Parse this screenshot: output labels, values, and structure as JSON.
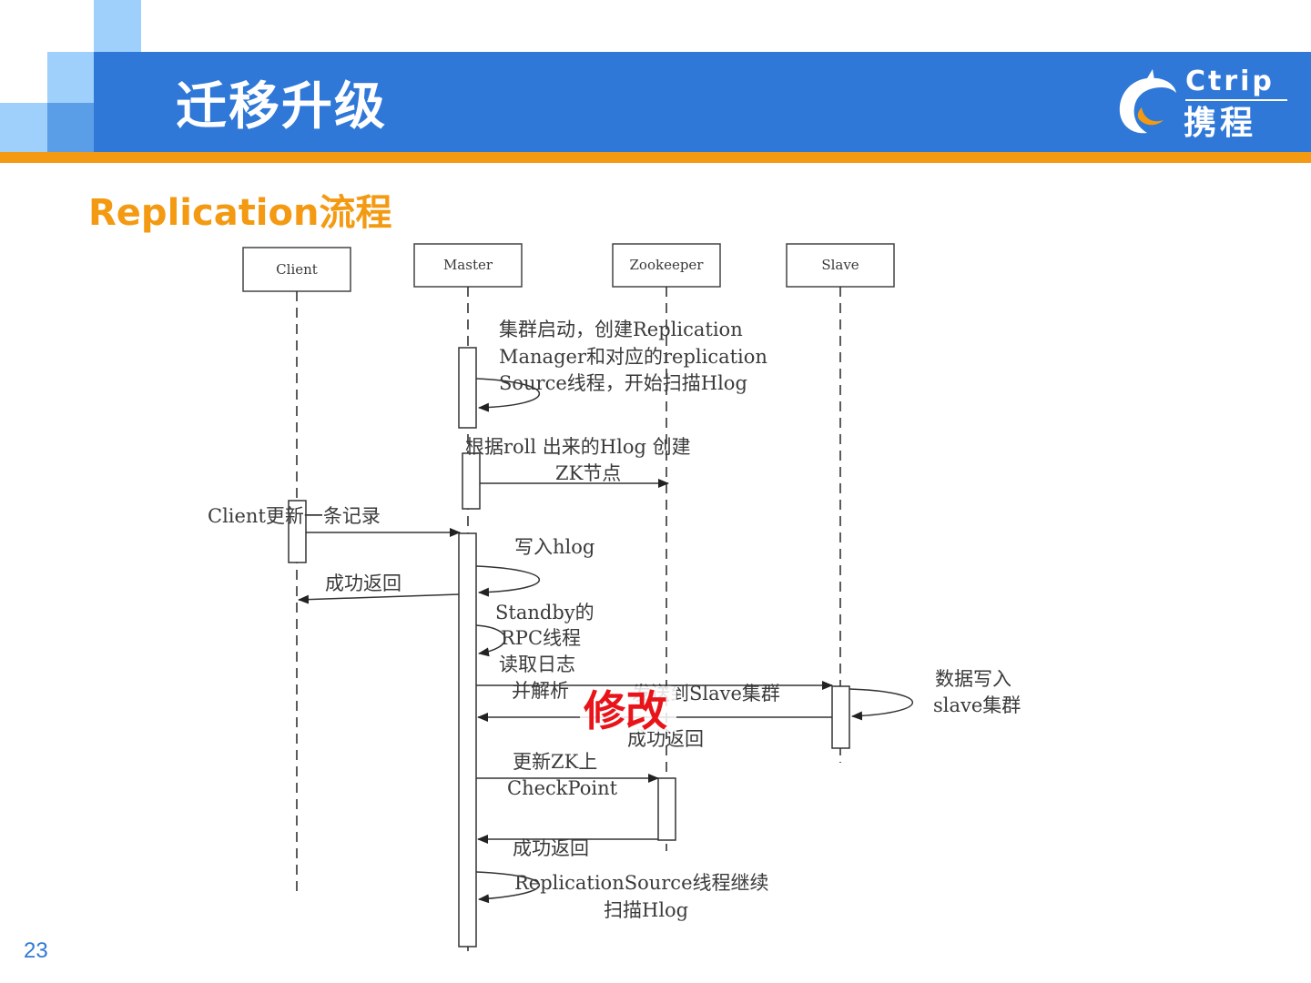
{
  "header": {
    "title": "迁移升级"
  },
  "logo": {
    "en": "Ctrip",
    "cn": "携程"
  },
  "subtitle": "Replication流程",
  "page_number": "23",
  "diagram": {
    "lifelines": {
      "client": "Client",
      "master": "Master",
      "zookeeper": "Zookeeper",
      "slave": "Slave"
    },
    "messages": {
      "m1": [
        "集群启动，创建Replication",
        "Manager和对应的replication",
        "Source线程，开始扫描Hlog"
      ],
      "m2": [
        "根据roll 出来的Hlog 创建",
        "ZK节点"
      ],
      "m3": "Client更新一条记录",
      "m4": "写入hlog",
      "m5": "成功返回",
      "m6": [
        "Standby的",
        "RPC线程",
        "读取日志",
        "并解析"
      ],
      "m7": "发送到Slave集群",
      "m8": [
        "数据写入",
        "slave集群"
      ],
      "m9": "成功返回",
      "m10": [
        "更新ZK上",
        "CheckPoint"
      ],
      "m11": "成功返回",
      "m12": [
        "ReplicationSource线程继续",
        "扫描Hlog"
      ]
    },
    "overlay": "修改"
  }
}
